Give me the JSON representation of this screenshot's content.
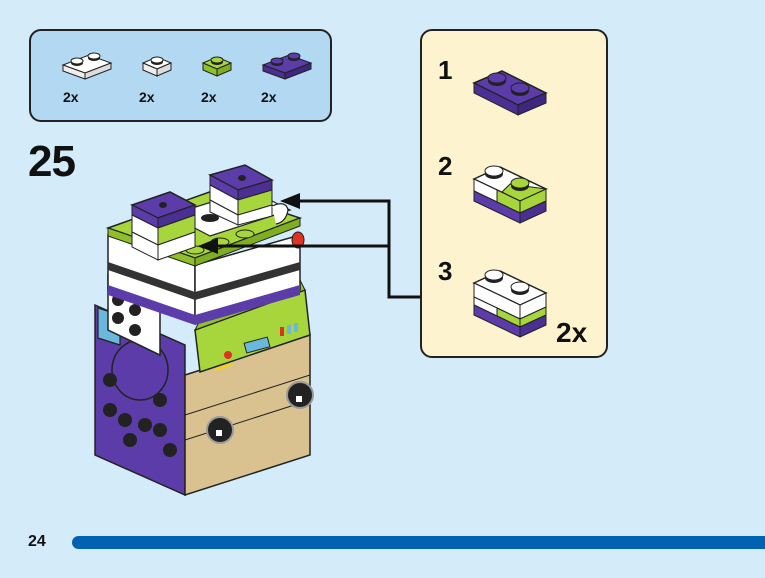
{
  "parts_list": {
    "items": [
      {
        "name": "white-plate-1x2",
        "color": "#ffffff",
        "qty": "2x"
      },
      {
        "name": "white-plate-1x1",
        "color": "#ffffff",
        "qty": "2x"
      },
      {
        "name": "lime-plate-1x1",
        "color": "#a6d63c",
        "qty": "2x"
      },
      {
        "name": "purple-plate-1x2",
        "color": "#5b3ca8",
        "qty": "2x"
      }
    ]
  },
  "step": {
    "number": "25"
  },
  "sub_assembly": {
    "steps": [
      {
        "label": "1"
      },
      {
        "label": "2"
      },
      {
        "label": "3"
      }
    ],
    "qty": "2x"
  },
  "footer": {
    "page_number": "24"
  },
  "colors": {
    "background": "#d4ebfa",
    "parts_box": "#b3d8f2",
    "sub_panel": "#fdf3cf",
    "page_bar": "#0062b1",
    "purple": "#5b3ca8",
    "lime": "#a6d63c",
    "tan": "#d9c28f"
  }
}
